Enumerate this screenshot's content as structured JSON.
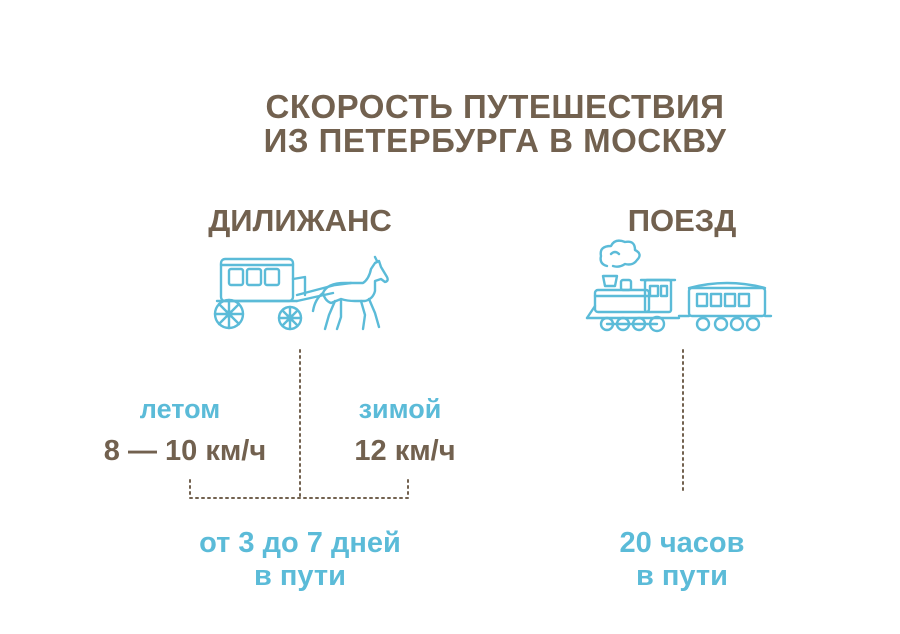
{
  "title": {
    "line1": "СКОРОСТЬ ПУТЕШЕСТВИЯ",
    "line2": "ИЗ ПЕТЕРБУРГА В МОСКВУ"
  },
  "diligence": {
    "heading": "ДИЛИЖАНС",
    "summer_label": "летом",
    "summer_speed": "8 — 10 км/ч",
    "winter_label": "зимой",
    "winter_speed": "12 км/ч",
    "duration_line1": "от 3 до 7 дней",
    "duration_line2": "в пути"
  },
  "train": {
    "heading": "ПОЕЗД",
    "duration_line1": "20 часов",
    "duration_line2": "в пути"
  },
  "colors": {
    "text_brown": "#72614f",
    "accent_blue": "#5bbbd8",
    "connector_gray": "#72614f"
  },
  "icons": {
    "diligence": "horse-carriage-icon",
    "train": "steam-train-icon"
  }
}
